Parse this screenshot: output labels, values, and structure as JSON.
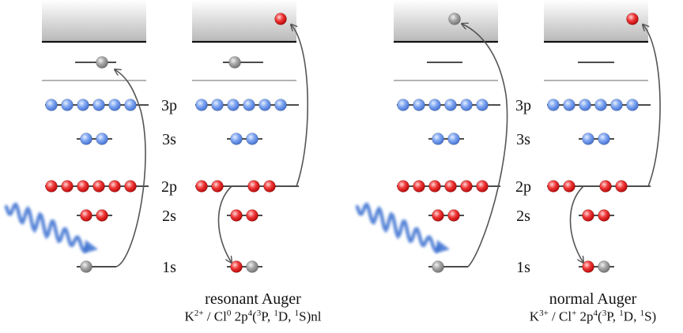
{
  "orbitals": [
    "3p",
    "3s",
    "2p",
    "2s",
    "1s"
  ],
  "panels": [
    {
      "title": "resonant Auger",
      "config_parts": [
        [
          "K",
          ""
        ],
        [
          "2+",
          "sup"
        ],
        [
          " / Cl",
          ""
        ],
        [
          "0",
          "sup"
        ],
        [
          " 2p",
          ""
        ],
        [
          "4",
          "sup"
        ],
        [
          "(",
          ""
        ],
        [
          "3",
          "sup"
        ],
        [
          "P, ",
          ""
        ],
        [
          "1",
          "sup"
        ],
        [
          "D, ",
          ""
        ],
        [
          "1",
          "sup"
        ],
        [
          "S)nl",
          ""
        ]
      ]
    },
    {
      "title": "normal Auger",
      "config_parts": [
        [
          "K",
          ""
        ],
        [
          "3+",
          "sup"
        ],
        [
          " / Cl",
          ""
        ],
        [
          "+",
          "sup"
        ],
        [
          " 2p",
          ""
        ],
        [
          "4",
          "sup"
        ],
        [
          "(",
          ""
        ],
        [
          "3",
          "sup"
        ],
        [
          "P, ",
          ""
        ],
        [
          "1",
          "sup"
        ],
        [
          "D, ",
          ""
        ],
        [
          "1",
          "sup"
        ],
        [
          "S)",
          ""
        ]
      ]
    }
  ],
  "colors": {
    "blue_electron": "#5b8ff0",
    "red_electron": "#e81c1c",
    "grey_electron": "#9a9a9a",
    "photon": "#3a6fd0"
  }
}
